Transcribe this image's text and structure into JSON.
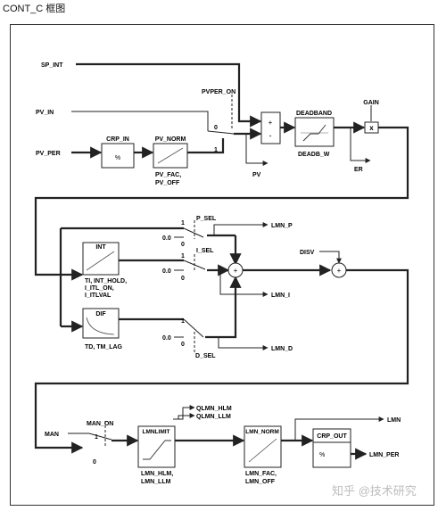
{
  "page_title": "CONT_C 框图",
  "watermark": "知乎 @技术研究",
  "inputs": {
    "sp_int": "SP_INT",
    "pv_in": "PV_IN",
    "pv_per": "PV_PER",
    "man": "MAN",
    "disv": "DISV"
  },
  "blocks": {
    "crp_in": {
      "title": "CRP_IN",
      "inner": "%"
    },
    "pv_norm": {
      "title": "PV_NORM",
      "caption1": "PV_FAC,",
      "caption2": "PV_OFF"
    },
    "deadband": {
      "title": "DEADBAND",
      "caption": "DEADB_W"
    },
    "gain": {
      "title": "GAIN",
      "symbol": "x"
    },
    "int": {
      "title": "INT",
      "caption1": "TI, INT_HOLD,",
      "caption2": "I_ITL_ON,",
      "caption3": "I_ITLVAL"
    },
    "dif": {
      "title": "DIF",
      "caption": "TD, TM_LAG"
    },
    "lmnlimit": {
      "title": "LMNLIMIT",
      "caption1": "LMN_HLM,",
      "caption2": "LMN_LLM"
    },
    "lmn_norm": {
      "title": "LMN_NORM",
      "caption1": "LMN_FAC,",
      "caption2": "LMN_OFF"
    },
    "crp_out": {
      "title": "CRP_OUT",
      "inner": "%"
    }
  },
  "switches": {
    "pvper_on": {
      "label": "PVPER_ON",
      "pos0": "0",
      "pos1": "1"
    },
    "p_sel": {
      "label": "P_SEL",
      "pos1": "1",
      "pos0": "0",
      "const": "0.0"
    },
    "i_sel": {
      "label": "I_SEL",
      "pos1": "1",
      "pos0": "0",
      "const": "0.0"
    },
    "d_sel": {
      "label": "D_SEL",
      "pos1": "1",
      "pos0": "0",
      "const": "0.0"
    },
    "man_on": {
      "label": "MAN_ON",
      "pos1": "1",
      "pos0": "0"
    }
  },
  "summing": {
    "plus": "+",
    "minus": "-"
  },
  "outputs": {
    "pv": "PV",
    "er": "ER",
    "lmn_p": "LMN_P",
    "lmn_i": "LMN_I",
    "lmn_d": "LMN_D",
    "qlmn_hlm": "QLMN_HLM",
    "qlmn_llm": "QLMN_LLM",
    "lmn": "LMN",
    "lmn_per": "LMN_PER"
  }
}
